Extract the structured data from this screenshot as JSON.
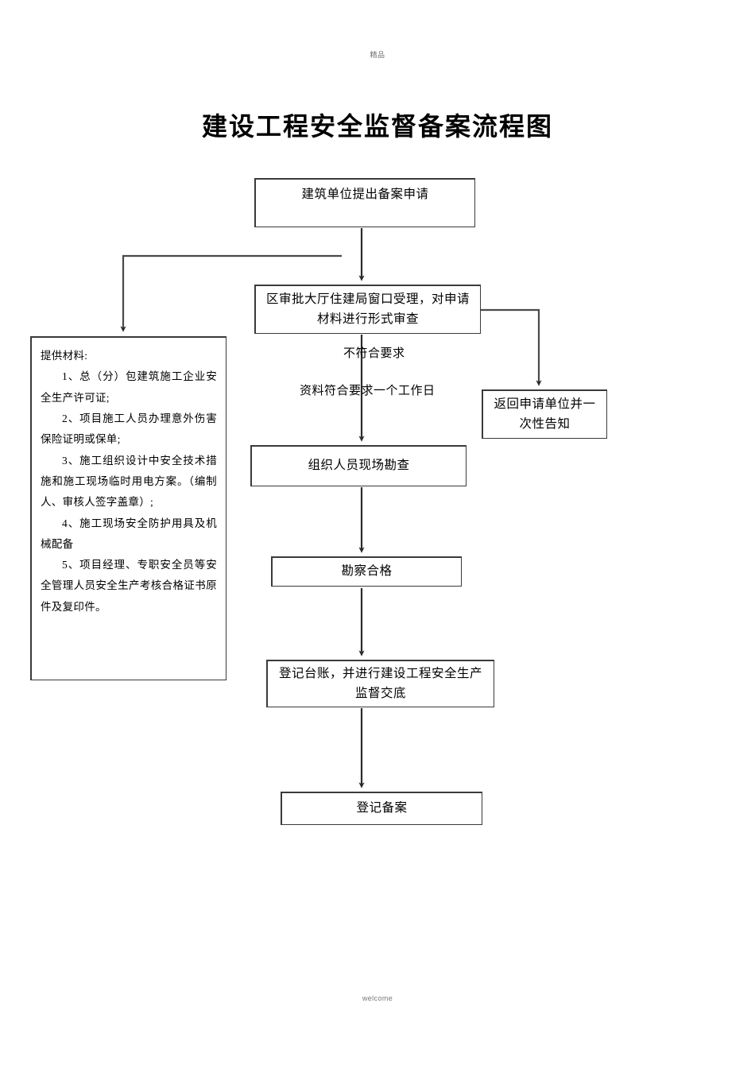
{
  "page": {
    "watermark_top": "精品",
    "watermark_bottom": "welcome",
    "title": "建设工程安全监督备案流程图"
  },
  "flowchart": {
    "type": "flowchart",
    "orientation": "top-to-bottom",
    "nodes": [
      {
        "id": "apply",
        "label": "建筑单位提出备案申请"
      },
      {
        "id": "accept",
        "label": "区审批大厅住建局窗口受理，对申请材料进行形式审查"
      },
      {
        "id": "return",
        "label": "返回申请单位并一次性告知"
      },
      {
        "id": "survey",
        "label": "组织人员现场勘查"
      },
      {
        "id": "pass",
        "label": "勘察合格"
      },
      {
        "id": "ledger",
        "label": "登记台账，并进行建设工程安全生产监督交底"
      },
      {
        "id": "record",
        "label": "登记备案"
      }
    ],
    "edge_labels": {
      "reject": "不符合要求",
      "ok": "资料符合要求一个工作日"
    },
    "materials": {
      "heading": "提供材料:",
      "items": [
        "1、总（分）包建筑施工企业安全生产许可证;",
        "2、项目施工人员办理意外伤害保险证明或保单;",
        "3、施工组织设计中安全技术措施和施工现场临时用电方案。（编制人、审核人签字盖章）;",
        "4、施工现场安全防护用具及机械配备",
        "5、项目经理、专职安全员等安全管理人员安全生产考核合格证书原件及复印件。"
      ]
    },
    "colors": {
      "line": "#3a3a3a",
      "text": "#000000",
      "background": "#ffffff"
    }
  }
}
